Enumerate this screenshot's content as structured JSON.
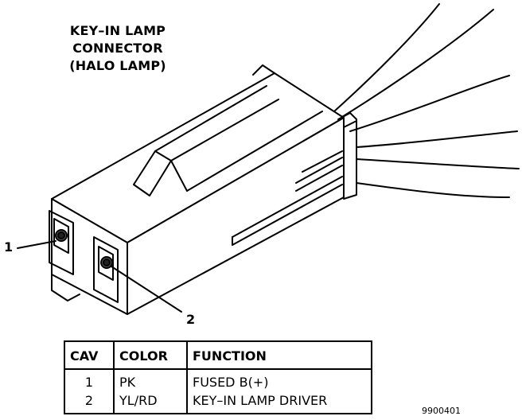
{
  "title": {
    "lines": [
      "KEY–IN LAMP",
      "CONNECTOR",
      "(HALO LAMP)"
    ]
  },
  "callouts": {
    "pin1": "1",
    "pin2": "2"
  },
  "pinout_table": {
    "headers": [
      "CAV",
      "COLOR",
      "FUNCTION"
    ],
    "rows": [
      {
        "cav": "1",
        "color": "PK",
        "function": "FUSED B(+)"
      },
      {
        "cav": "2",
        "color": "YL/RD",
        "function": "KEY–IN LAMP DRIVER"
      }
    ]
  },
  "figure_id": "9900401"
}
